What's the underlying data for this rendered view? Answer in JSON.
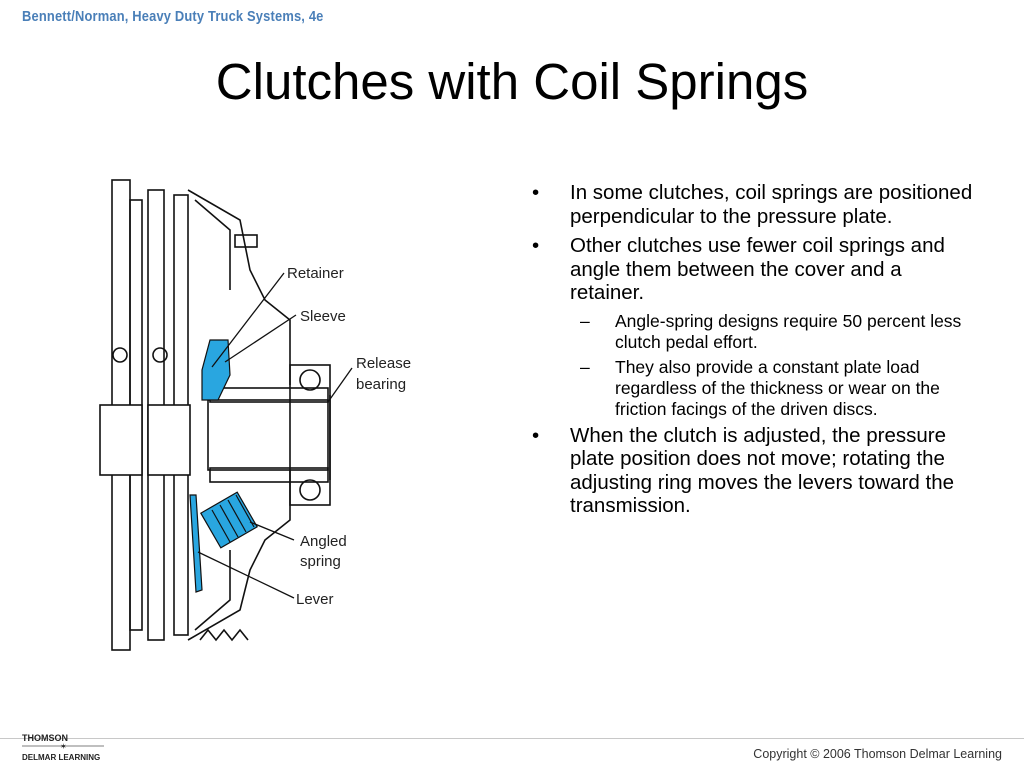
{
  "header": {
    "book": "Bennett/Norman, Heavy Duty Truck Systems, 4e"
  },
  "title": "Clutches with Coil Springs",
  "diagram": {
    "labels": {
      "retainer": "Retainer",
      "sleeve": "Sleeve",
      "release_line1": "Release",
      "release_line2": "bearing",
      "angled_line1": "Angled",
      "angled_line2": "spring",
      "lever": "Lever"
    },
    "highlight_color": "#29a6e0"
  },
  "bullets": [
    {
      "text": "In some clutches, coil springs are positioned perpendicular to the pressure plate."
    },
    {
      "text": "Other clutches use fewer coil springs and angle them between the cover and a retainer.",
      "sub": [
        "Angle-spring designs require 50 percent less clutch pedal effort.",
        "They also provide a constant plate load regardless of the thickness or wear on the friction facings of the driven discs."
      ]
    },
    {
      "text": "When the clutch is adjusted, the pressure plate position does not move; rotating the adjusting ring moves the levers toward the transmission."
    }
  ],
  "footer": {
    "logo_top": "THOMSON",
    "logo_bottom": "DELMAR LEARNING",
    "copyright": "Copyright © 2006 Thomson Delmar Learning"
  }
}
